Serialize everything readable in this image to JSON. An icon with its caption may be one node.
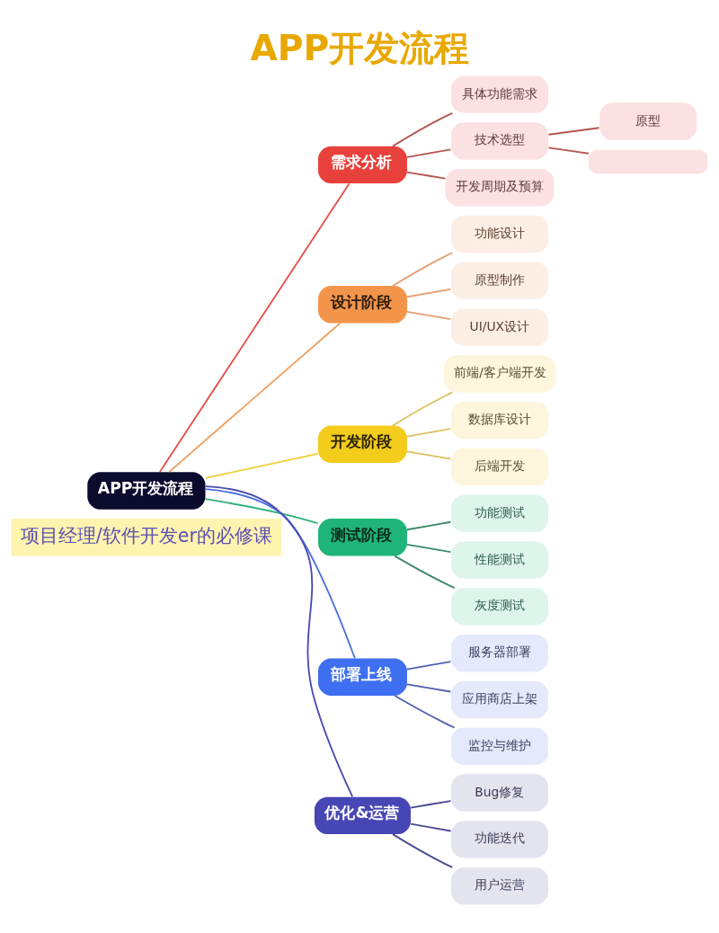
{
  "diagram": {
    "title": "APP开发流程",
    "nodes": [
      {
        "text": [
          "APP开发流程"
        ]
      },
      {
        "text": [
          "需求分析"
        ]
      },
      {
        "text": [
          "具体功能需求"
        ]
      },
      {
        "text": [
          "技术选型"
        ]
      },
      {
        "text": [
          "原型"
        ]
      },
      {
        "text": [],
        "shape": "box"
      },
      {
        "text": [
          "开发周期及预算"
        ]
      },
      {
        "text": [
          "设计阶段"
        ]
      },
      {
        "text": [
          "功能设计"
        ]
      },
      {
        "text": [
          "原型制作"
        ]
      },
      {
        "text": [
          "UI/UX设计"
        ]
      },
      {
        "text": [
          "开发阶段"
        ]
      },
      {
        "text": [
          "前端/客户端开发"
        ]
      },
      {
        "text": [
          "数据库设计"
        ]
      },
      {
        "text": [
          "后端开发"
        ]
      },
      {
        "text": [
          "测试阶段"
        ]
      },
      {
        "text": [
          "功能测试"
        ]
      },
      {
        "text": [
          "性能测试"
        ]
      },
      {
        "text": [
          "灰度测试"
        ]
      },
      {
        "text": [
          "部署上线"
        ]
      },
      {
        "text": [
          "服务器部署"
        ]
      },
      {
        "text": [
          "应用商店上架"
        ]
      },
      {
        "text": [
          "监控与维护"
        ]
      },
      {
        "text": [
          "优化&运营"
        ]
      },
      {
        "text": [
          "Bug修复"
        ]
      },
      {
        "text": [
          "功能迭代"
        ]
      },
      {
        "text": [
          "用户运营"
        ]
      }
    ],
    "edges": [
      {
        "from": 0,
        "to": 1,
        "arrow": "none",
        "color": "#e0504a"
      },
      {
        "from": 1,
        "to": 2,
        "arrow": "none",
        "color": "#b5554f"
      },
      {
        "from": 1,
        "to": 3,
        "arrow": "none",
        "color": "#b5554f"
      },
      {
        "from": 3,
        "to": 4,
        "arrow": "none",
        "color": "#b5554f"
      },
      {
        "from": 3,
        "to": 5,
        "arrow": "none",
        "color": "#b5554f"
      },
      {
        "from": 1,
        "to": 6,
        "arrow": "none",
        "color": "#b5554f"
      },
      {
        "from": 0,
        "to": 7,
        "arrow": "none",
        "color": "#f0a060"
      },
      {
        "from": 7,
        "to": 8,
        "arrow": "none",
        "color": "#e5a070"
      },
      {
        "from": 7,
        "to": 9,
        "arrow": "none",
        "color": "#e5a070"
      },
      {
        "from": 7,
        "to": 10,
        "arrow": "none",
        "color": "#e5a070"
      },
      {
        "from": 0,
        "to": 11,
        "arrow": "none",
        "color": "#eed040"
      },
      {
        "from": 11,
        "to": 12,
        "arrow": "none",
        "color": "#dcc060"
      },
      {
        "from": 11,
        "to": 13,
        "arrow": "none",
        "color": "#dcc060"
      },
      {
        "from": 11,
        "to": 14,
        "arrow": "none",
        "color": "#dcc060"
      },
      {
        "from": 0,
        "to": 15,
        "arrow": "none",
        "color": "#2fb07a"
      },
      {
        "from": 15,
        "to": 16,
        "arrow": "none",
        "color": "#3a8a68"
      },
      {
        "from": 15,
        "to": 17,
        "arrow": "none",
        "color": "#3a8a68"
      },
      {
        "from": 15,
        "to": 18,
        "arrow": "none",
        "color": "#3a8a68"
      },
      {
        "from": 0,
        "to": 19,
        "arrow": "none",
        "color": "#4a70e0"
      },
      {
        "from": 19,
        "to": 20,
        "arrow": "none",
        "color": "#5060b0"
      },
      {
        "from": 19,
        "to": 21,
        "arrow": "none",
        "color": "#5060b0"
      },
      {
        "from": 19,
        "to": 22,
        "arrow": "none",
        "color": "#5060b0"
      },
      {
        "from": 0,
        "to": 23,
        "arrow": "none",
        "color": "#4a4ab0"
      },
      {
        "from": 23,
        "to": 24,
        "arrow": "none",
        "color": "#4a4a90"
      },
      {
        "from": 23,
        "to": 25,
        "arrow": "none",
        "color": "#4a4a90"
      },
      {
        "from": 23,
        "to": 26,
        "arrow": "none",
        "color": "#4a4a90"
      }
    ],
    "labels": [
      "项目经理/软件开发er的必修课"
    ]
  }
}
